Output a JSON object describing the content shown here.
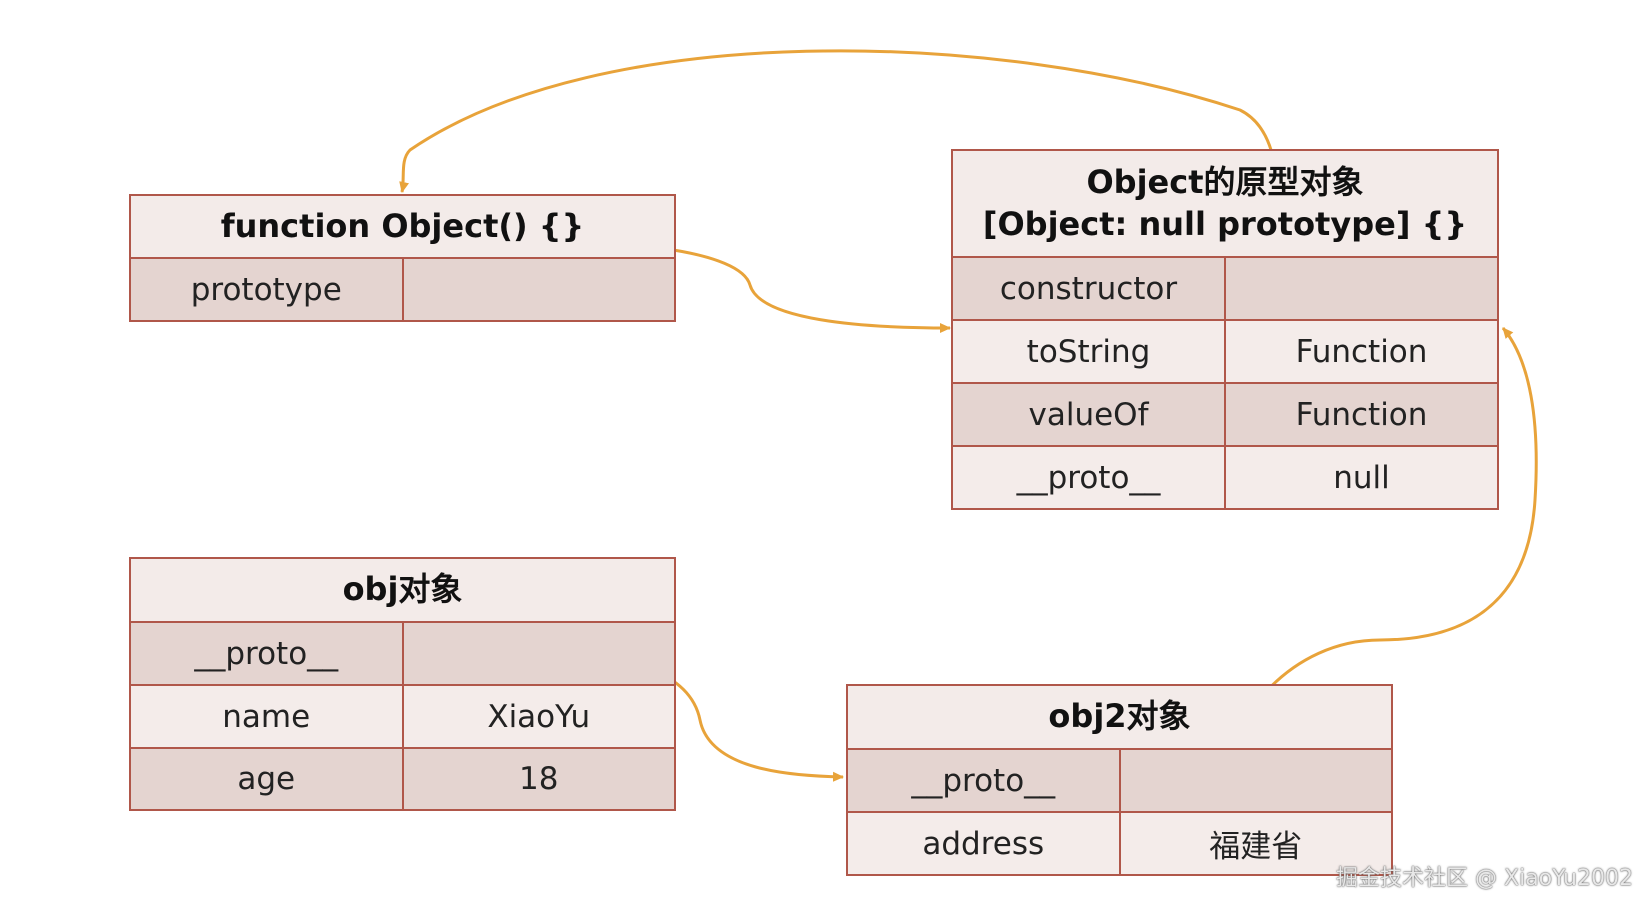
{
  "boxes": {
    "function_object": {
      "title": "function Object() {}",
      "rows": [
        {
          "key": "prototype",
          "value": ""
        }
      ]
    },
    "object_prototype": {
      "title_line1": "Object的原型对象",
      "title_line2": "[Object: null prototype] {}",
      "rows": [
        {
          "key": "constructor",
          "value": ""
        },
        {
          "key": "toString",
          "value": "Function"
        },
        {
          "key": "valueOf",
          "value": "Function"
        },
        {
          "key": "__proto__",
          "value": "null"
        }
      ]
    },
    "obj": {
      "title": "obj对象",
      "rows": [
        {
          "key": "__proto__",
          "value": ""
        },
        {
          "key": "name",
          "value": "XiaoYu"
        },
        {
          "key": "age",
          "value": "18"
        }
      ]
    },
    "obj2": {
      "title": "obj2对象",
      "rows": [
        {
          "key": "__proto__",
          "value": ""
        },
        {
          "key": "address",
          "value": "福建省"
        }
      ]
    }
  },
  "watermark": "掘金技术社区 @ XiaoYu2002",
  "colors": {
    "border": "#b0574a",
    "arrow": "#e8a33a",
    "row_dark": "#e4d4d0",
    "row_light": "#f4ecea"
  }
}
